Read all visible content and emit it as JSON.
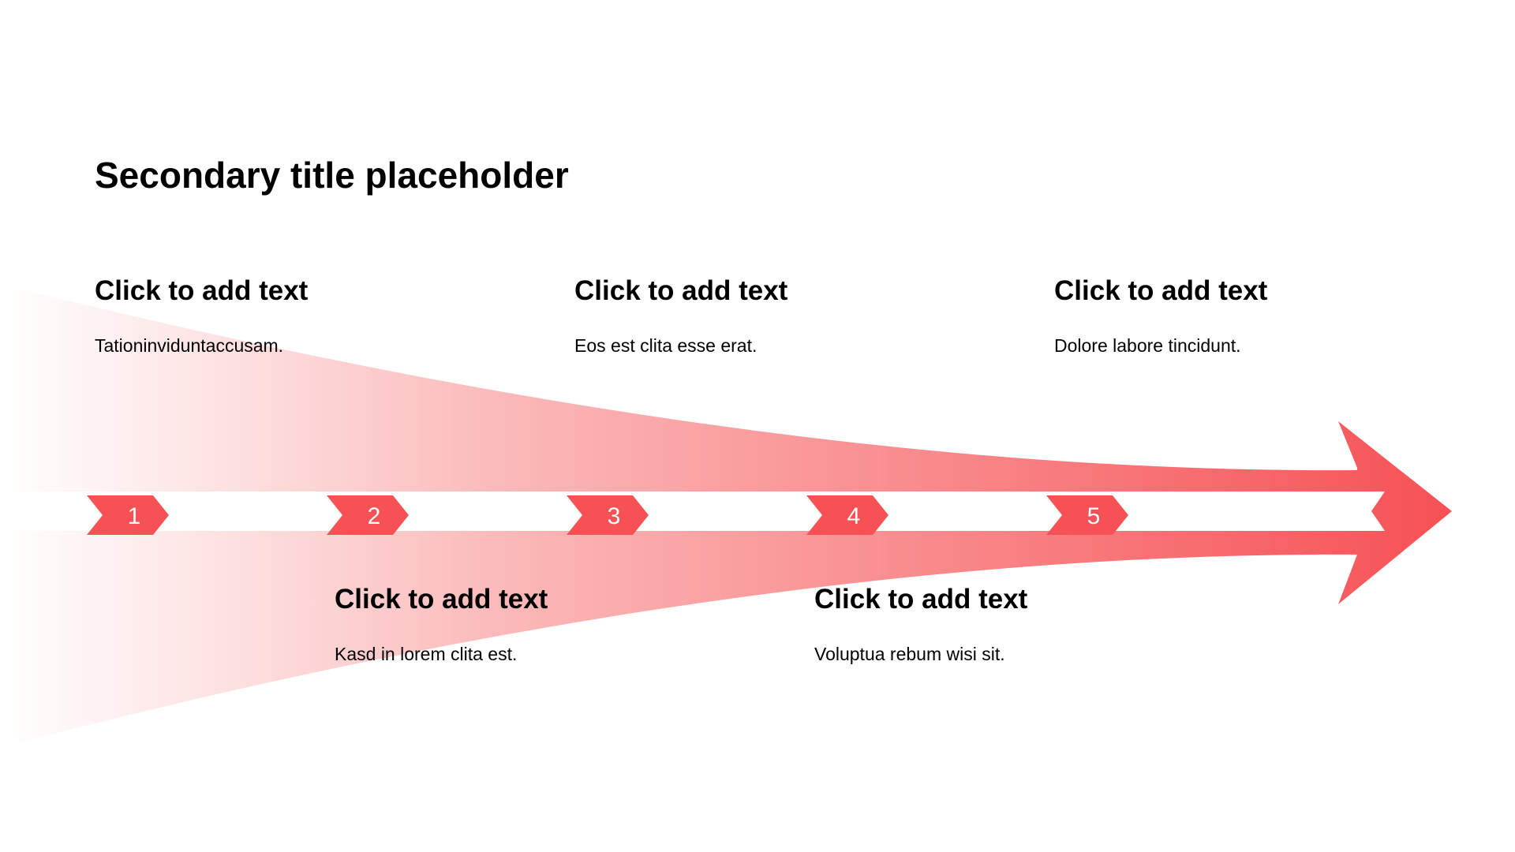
{
  "slide": {
    "title": "Secondary title placeholder"
  },
  "colors": {
    "accent": "#F65155",
    "gradient_start": "#FFFFFF",
    "gradient_end": "#F65155",
    "step_label": "#FFFFFF",
    "text": "#000000"
  },
  "steps": [
    {
      "number": "1",
      "heading": "Click to add text",
      "body": "Tationinviduntaccusam."
    },
    {
      "number": "2",
      "heading": "Click to add text",
      "body": "Kasd in lorem clita est."
    },
    {
      "number": "3",
      "heading": "Click to add text",
      "body": "Eos est clita esse erat."
    },
    {
      "number": "4",
      "heading": "Click to add text",
      "body": "Voluptua rebum wisi sit."
    },
    {
      "number": "5",
      "heading": "Click to add text",
      "body": "Dolore labore tincidunt."
    }
  ]
}
